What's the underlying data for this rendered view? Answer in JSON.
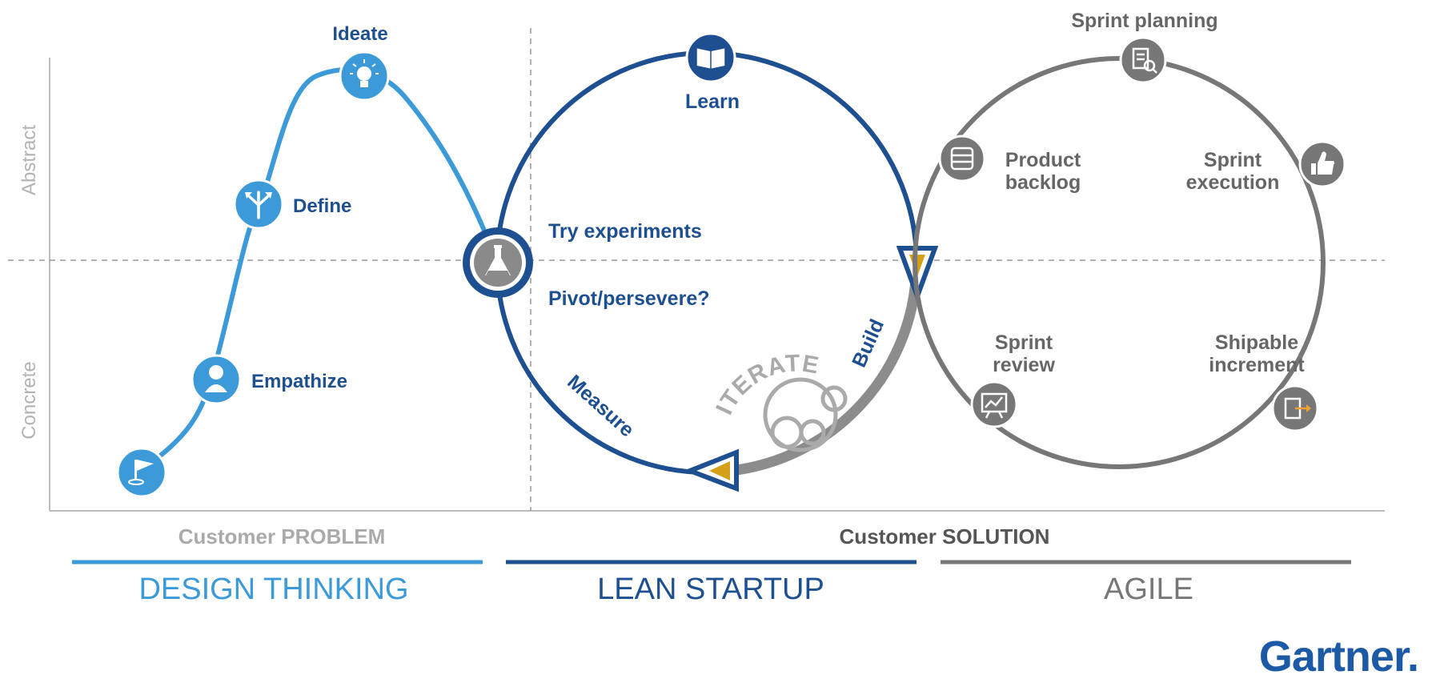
{
  "axes": {
    "abstract_label": "Abstract",
    "concrete_label": "Concrete"
  },
  "design_thinking": {
    "ideate": "Ideate",
    "define": "Define",
    "empathize": "Empathize"
  },
  "lean_startup": {
    "learn": "Learn",
    "try_experiments": "Try experiments",
    "pivot": "Pivot/persevere?",
    "build": "Build",
    "measure": "Measure",
    "iterate": "ITERATE"
  },
  "agile": {
    "sprint_planning": "Sprint planning",
    "product_backlog_line1": "Product",
    "product_backlog_line2": "backlog",
    "sprint_execution_line1": "Sprint",
    "sprint_execution_line2": "execution",
    "sprint_review_line1": "Sprint",
    "sprint_review_line2": "review",
    "shipable_line1": "Shipable",
    "shipable_line2": "increment"
  },
  "footer": {
    "customer_problem": "Customer PROBLEM",
    "customer_solution": "Customer SOLUTION",
    "design_thinking": "DESIGN THINKING",
    "lean_startup": "LEAN STARTUP",
    "agile": "AGILE",
    "brand": "Gartner",
    "brand_mark": "."
  },
  "colors": {
    "light_blue": "#3c9ad9",
    "dark_blue": "#1d4f91",
    "gray": "#777777",
    "gold": "#d4a017"
  }
}
